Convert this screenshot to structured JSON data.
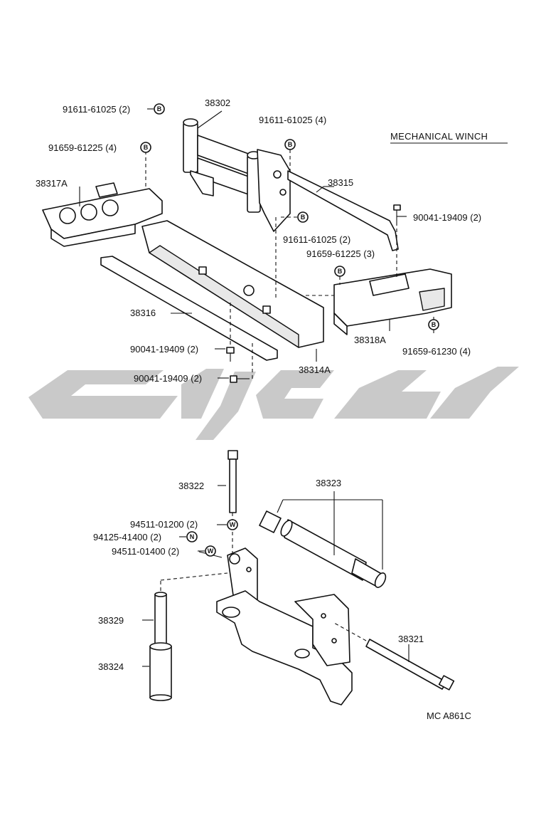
{
  "title": "MECHANICAL WINCH",
  "figure_code": "MC A861C",
  "labels": {
    "p38302": "38302",
    "p38317A": "38317A",
    "p38315": "38315",
    "p38316": "38316",
    "p38314A": "38314A",
    "p38318A": "38318A",
    "p38322": "38322",
    "p38323": "38323",
    "p38329": "38329",
    "p38324": "38324",
    "p38321": "38321",
    "b91611_a": "91611-61025 (2)",
    "b91611_b": "91611-61025 (4)",
    "b91611_c": "91611-61025 (2)",
    "b91659_a": "91659-61225 (4)",
    "b91659_b": "91659-61225 (3)",
    "b91659_c": "91659-61230 (4)",
    "b90041_a": "90041-19409 (2)",
    "b90041_b": "90041-19409 (2)",
    "b90041_c": "90041-19409 (2)",
    "w94511_a": "94511-01200 (2)",
    "n94125": "94125-41400 (2)",
    "w94511_b": "94511-01400 (2)"
  },
  "markers": {
    "b": "B",
    "w": "W",
    "n": "N"
  }
}
